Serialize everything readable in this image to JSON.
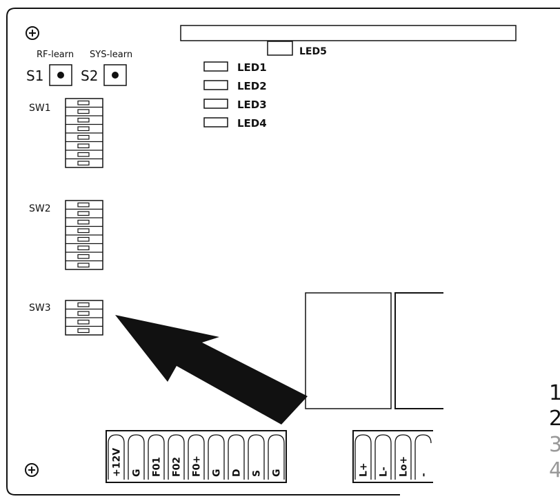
{
  "buttons": [
    {
      "id": "S1",
      "function": "RF-learn"
    },
    {
      "id": "S2",
      "function": "SYS-learn"
    }
  ],
  "switches": [
    {
      "label": "SW1",
      "positions": 8
    },
    {
      "label": "SW2",
      "positions": 8
    },
    {
      "label": "SW3",
      "positions": 4
    }
  ],
  "leds": {
    "top": "LED5",
    "list": [
      "LED1",
      "LED2",
      "LED3",
      "LED4"
    ]
  },
  "terminals_main": [
    "+12V",
    "G",
    "F01",
    "F02",
    "F0+",
    "G",
    "D",
    "S",
    "G"
  ],
  "terminals_right": [
    "L+",
    "L-",
    "Lo+",
    "-"
  ],
  "side_numbers": [
    "1",
    "2",
    "3",
    "4"
  ]
}
